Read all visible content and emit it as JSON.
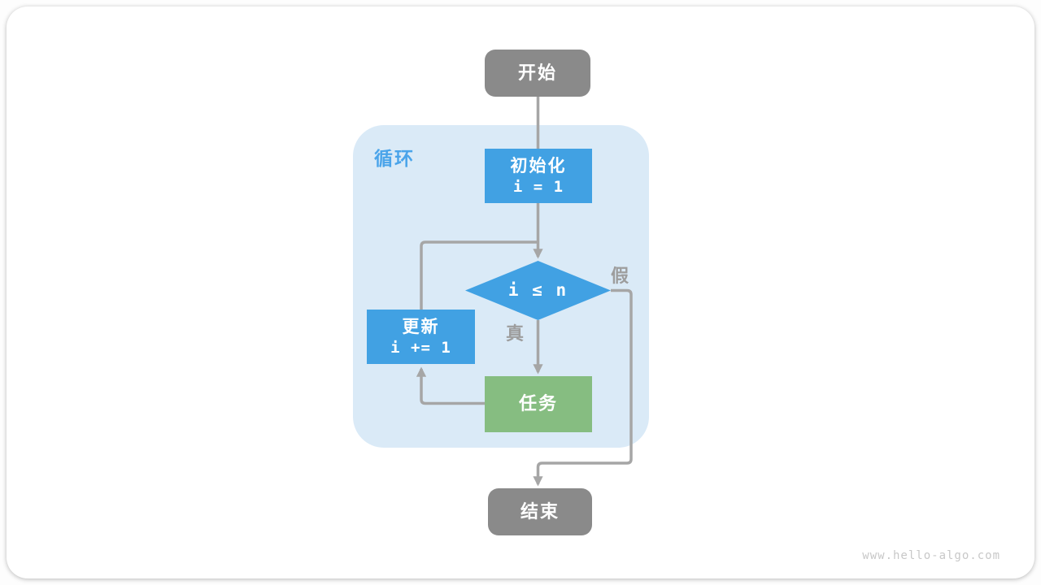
{
  "page": {
    "watermark": "www.hello-algo.com"
  },
  "colors": {
    "node-blue": "#41a1e3",
    "node-green": "#86bd81",
    "node-gray": "#8a8a8a",
    "loop-bg": "#daeaf7",
    "loop-label": "#4aa4ea",
    "edge": "#a6a6a6",
    "edge-label": "#9d9d9d",
    "watermark": "#c8c8c8"
  },
  "flowchart": {
    "loop_label": "循环",
    "nodes": {
      "start": {
        "label": "开始"
      },
      "init": {
        "title": "初始化",
        "code": "i = 1"
      },
      "condition": {
        "code": "i ≤ n"
      },
      "update": {
        "title": "更新",
        "code": "i += 1"
      },
      "task": {
        "label": "任务"
      },
      "end": {
        "label": "结束"
      }
    },
    "branch_labels": {
      "true": "真",
      "false": "假"
    }
  }
}
